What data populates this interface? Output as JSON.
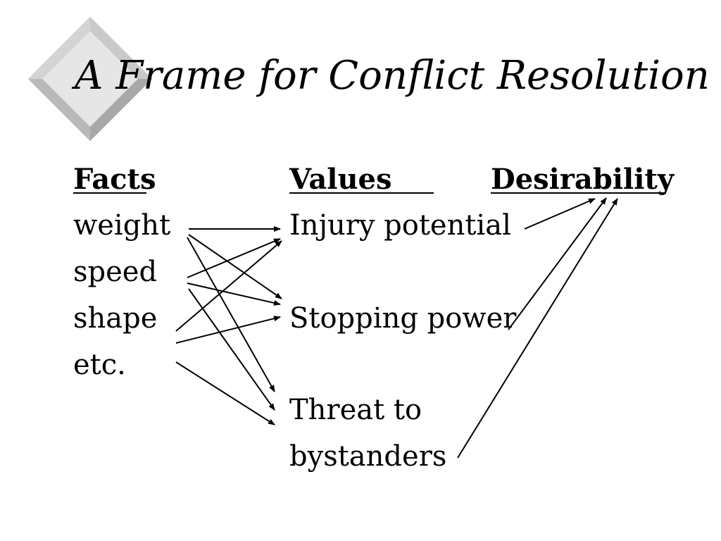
{
  "title": "A Frame for Conflict Resolution",
  "headers": {
    "facts": "Facts",
    "values": "Values",
    "desirability": "Desirability"
  },
  "facts": [
    "weight",
    "speed",
    "shape",
    "etc."
  ],
  "values": [
    "Injury potential",
    "Stopping power",
    "Threat to",
    "bystanders"
  ],
  "colors": {
    "text": "#000000",
    "background": "#ffffff",
    "diamond_light": "#e6e6e6",
    "diamond_dark": "#a8a8a8"
  },
  "links": [
    {
      "from": "weight",
      "to": "Injury potential"
    },
    {
      "from": "weight",
      "to": "Stopping power"
    },
    {
      "from": "weight",
      "to": "Threat to bystanders"
    },
    {
      "from": "speed",
      "to": "Injury potential"
    },
    {
      "from": "speed",
      "to": "Stopping power"
    },
    {
      "from": "speed",
      "to": "Threat to bystanders"
    },
    {
      "from": "shape",
      "to": "Injury potential"
    },
    {
      "from": "shape",
      "to": "Stopping power"
    },
    {
      "from": "etc.",
      "to": "Threat to bystanders"
    },
    {
      "from": "Injury potential",
      "to": "Desirability"
    },
    {
      "from": "Stopping power",
      "to": "Desirability"
    },
    {
      "from": "Threat to bystanders",
      "to": "Desirability"
    }
  ]
}
